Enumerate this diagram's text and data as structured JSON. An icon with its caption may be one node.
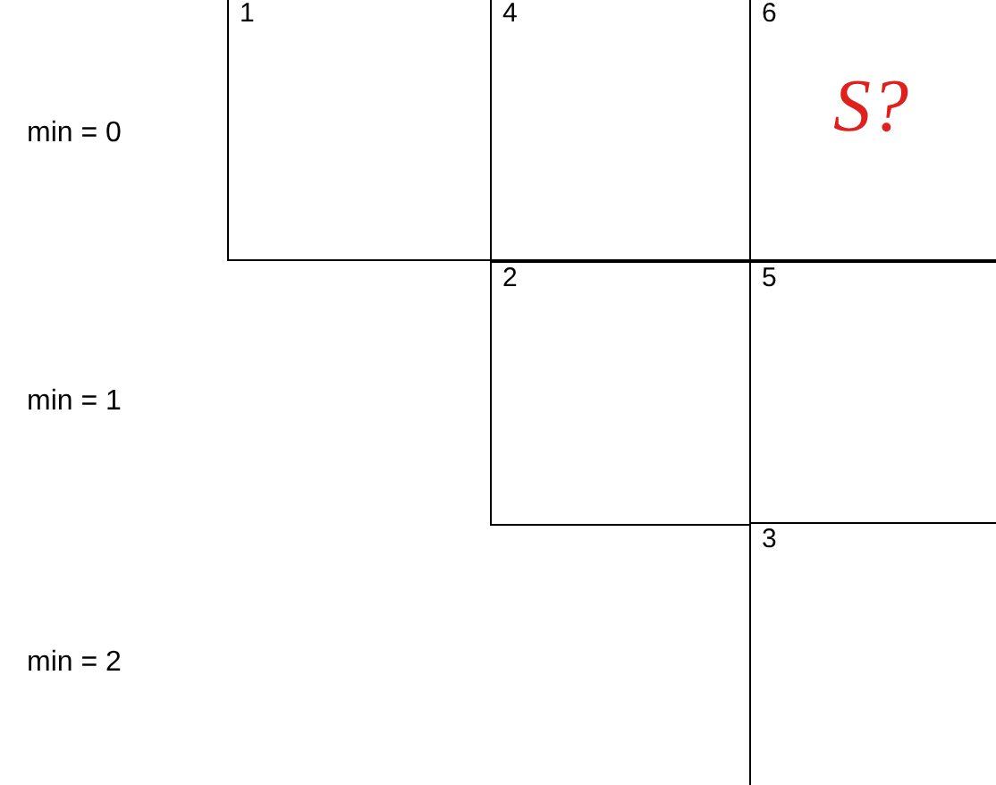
{
  "diagram": {
    "nodes": [
      {
        "text": [
          "1"
        ]
      },
      {
        "text": [
          "4"
        ]
      },
      {
        "text": [
          "6",
          "S?"
        ]
      },
      {
        "text": [
          "2"
        ]
      },
      {
        "text": [
          "5"
        ]
      },
      {
        "text": [
          "3"
        ]
      }
    ],
    "labels": [
      "min = 0",
      "min = 1",
      "min = 2"
    ]
  }
}
